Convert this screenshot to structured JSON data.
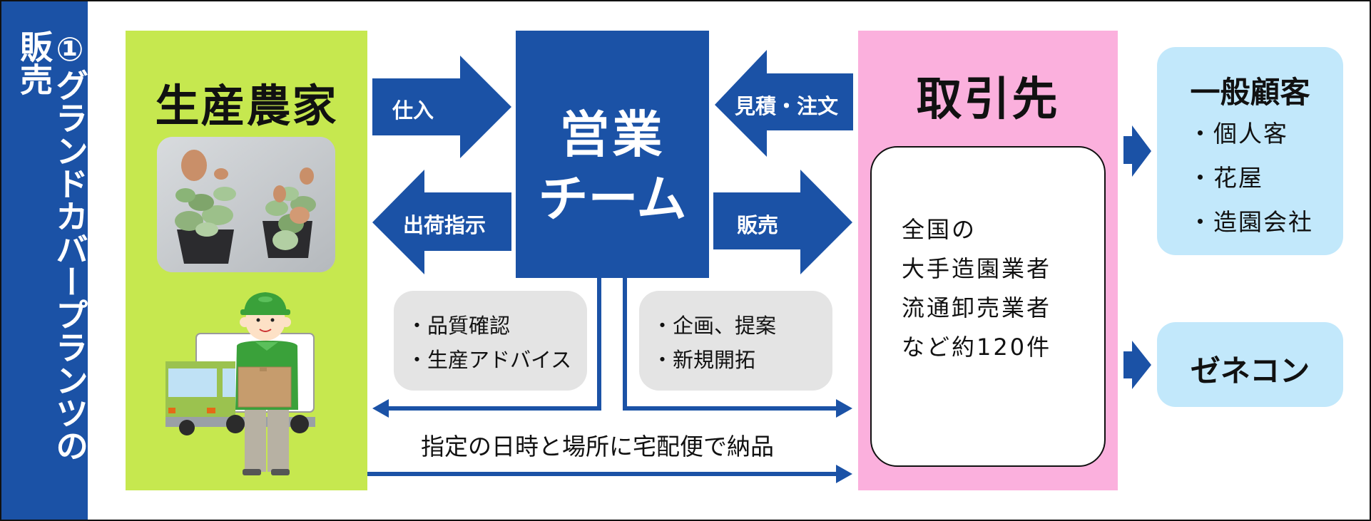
{
  "sidebar": {
    "title": "①グランドカバープランツの販売"
  },
  "producer": {
    "title": "生産農家",
    "photo_icon": "potted-plants-photo",
    "illustration_icon": "delivery-worker-truck"
  },
  "sales_team": {
    "line1": "営業",
    "line2": "チーム"
  },
  "arrows": {
    "purchase": "仕入",
    "shipping_instruction": "出荷指示",
    "estimate_order": "見積・注文",
    "sales": "販売"
  },
  "support_boxes": {
    "left": [
      "・品質確認",
      "・生産アドバイス"
    ],
    "right": [
      "・企画、提案",
      "・新規開拓"
    ]
  },
  "delivery_caption": "指定の日時と場所に宅配便で納品",
  "partners": {
    "title": "取引先",
    "lines": [
      "全国の",
      "大手造園業者",
      "流通卸売業者",
      "など約120件"
    ]
  },
  "customers": {
    "general": {
      "title": "一般顧客",
      "items": [
        "・個人客",
        "・花屋",
        "・造園会社"
      ]
    },
    "general_contractor": {
      "title": "ゼネコン"
    }
  },
  "colors": {
    "blue": "#1b52a6",
    "green": "#c6e84f",
    "pink": "#fbb0dd",
    "light_blue": "#c2e8fb",
    "gray": "#e4e4e4"
  }
}
